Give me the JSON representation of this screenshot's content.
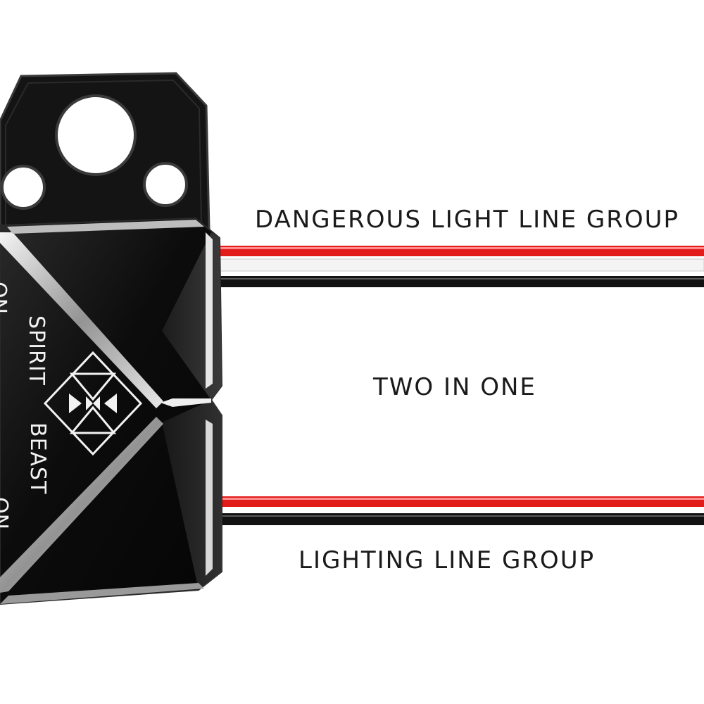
{
  "captions": {
    "dangerous": "DANGEROUS LIGHT LINE GROUP",
    "two_in_one": "TWO IN ONE",
    "lighting": "LIGHTING LINE GROUP"
  },
  "device": {
    "brand_top": "SPIRIT",
    "brand_bottom": "BEAST",
    "edge_text_top": "ON",
    "edge_text_bottom": "ON"
  },
  "colors": {
    "body": "#0c0c0c",
    "bracket": "#121212",
    "wire_red": "#e21b1b",
    "wire_white": "#f2f2f2",
    "wire_black": "#111111",
    "chrome": "#e8e8e8"
  }
}
